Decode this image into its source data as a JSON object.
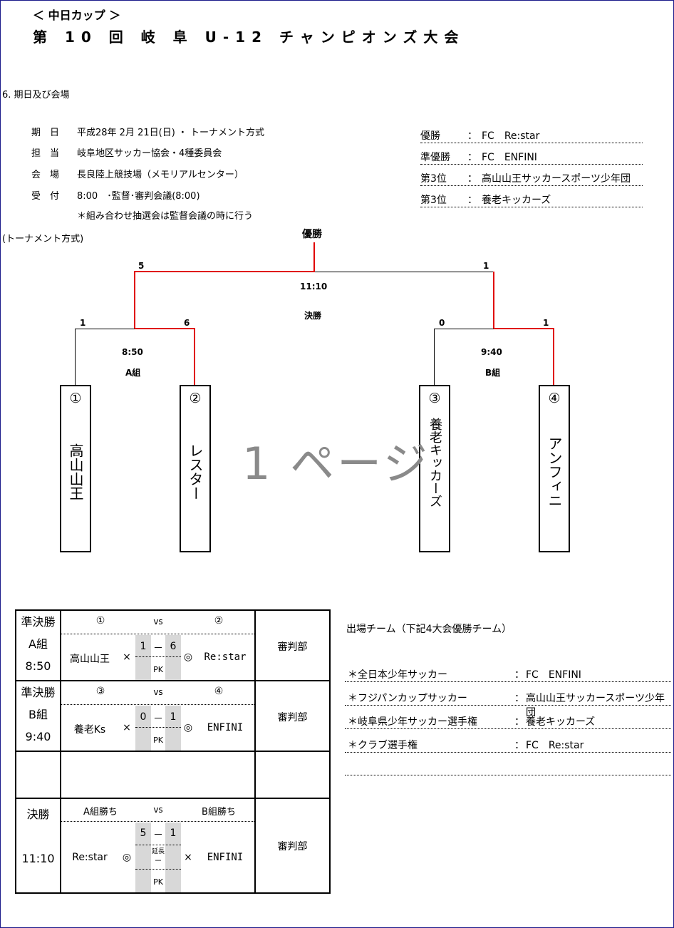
{
  "header": {
    "subtitle": "＜ 中日カップ ＞",
    "title": "第 10 回 岐 阜 U-12 チャンピオンズ大会",
    "section": "6. 期日及び会場"
  },
  "info": [
    {
      "label": "期　日",
      "value": "平成28年 2月 21日(日) ・ トーナメント方式"
    },
    {
      "label": "担　当",
      "value": "岐阜地区サッカー協会・4種委員会"
    },
    {
      "label": "会　場",
      "value": "長良陸上競技場（メモリアルセンター）"
    },
    {
      "label": "受　付",
      "value": "8:00　･監督･審判会議(8:00)"
    }
  ],
  "note": "＊組み合わせ抽選会は監督会議の時に行う",
  "format_label": "(トーナメント方式)",
  "results": [
    {
      "rank": "優勝",
      "sep": "：",
      "team": "FC　Re:star"
    },
    {
      "rank": "準優勝",
      "sep": "：",
      "team": "FC　ENFINI"
    },
    {
      "rank": "第3位",
      "sep": "：",
      "team": "高山山王サッカースポーツ少年団"
    },
    {
      "rank": "第3位",
      "sep": "：",
      "team": "養老キッカーズ"
    }
  ],
  "bracket": {
    "champion": "優勝",
    "final_time": "11:10",
    "final_label": "決勝",
    "final_left": "5",
    "final_right": "1",
    "a_time": "8:50",
    "a_label": "A組",
    "a_left": "1",
    "a_right": "6",
    "b_time": "9:40",
    "b_label": "B組",
    "b_left": "0",
    "b_right": "1",
    "teams": [
      {
        "num": "①",
        "name": "高山山王"
      },
      {
        "num": "②",
        "name": "レスター"
      },
      {
        "num": "③",
        "name": "養老キッカーズ"
      },
      {
        "num": "④",
        "name": "アンフィニ"
      }
    ],
    "watermark": "1 ページ"
  },
  "matches": [
    {
      "stage": "準決勝",
      "group": "A組",
      "time": "8:50",
      "home_label": "①",
      "vs": "vs",
      "away_label": "②",
      "home": "高山山王",
      "home_mark": "×",
      "hs": "1",
      "dash": "－",
      "as": "6",
      "pk": "PK",
      "away_mark": "◎",
      "away": "Re:star",
      "ref": "審判部"
    },
    {
      "stage": "準決勝",
      "group": "B組",
      "time": "9:40",
      "home_label": "③",
      "vs": "vs",
      "away_label": "④",
      "home": "養老Ks",
      "home_mark": "×",
      "hs": "0",
      "dash": "－",
      "as": "1",
      "pk": "PK",
      "away_mark": "◎",
      "away": "ENFINI",
      "ref": "審判部"
    },
    {
      "stage": "決勝",
      "time": "11:10",
      "home_label": "A組勝ち",
      "vs": "vs",
      "away_label": "B組勝ち",
      "home": "Re:star",
      "home_mark": "◎",
      "hs": "5",
      "dash": "－",
      "as": "1",
      "et": "延長",
      "et_dash": "－",
      "pk": "PK",
      "away_mark": "×",
      "away": "ENFINI",
      "ref": "審判部"
    }
  ],
  "entries": {
    "title": "出場チーム（下記4大会優勝チーム）",
    "items": [
      {
        "tournament": "＊全日本少年サッカー",
        "sep": "：",
        "team": "FC　ENFINI"
      },
      {
        "tournament": "＊フジパンカップサッカー",
        "sep": "：",
        "team": "高山山王サッカースポーツ少年団"
      },
      {
        "tournament": "＊岐阜県少年サッカー選手権",
        "sep": "：",
        "team": "養老キッカーズ"
      },
      {
        "tournament": "＊クラブ選手権",
        "sep": "：",
        "team": "FC　Re:star"
      }
    ]
  }
}
